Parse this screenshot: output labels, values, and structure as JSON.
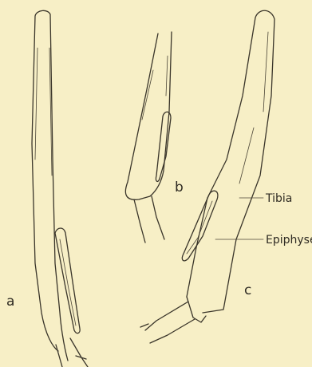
{
  "figure": {
    "background": "#f7efc6",
    "ink": "#3a352a",
    "panel_labels": {
      "a": "a",
      "b": "b",
      "c": "c"
    },
    "annotations": {
      "tibia": "Tibia",
      "epiphyse": "Epiphyse"
    }
  }
}
